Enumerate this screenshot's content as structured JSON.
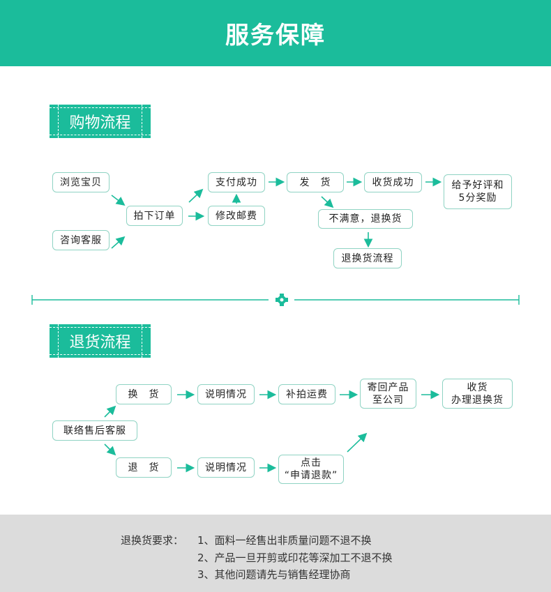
{
  "header": {
    "title": "服务保障"
  },
  "shopping": {
    "title": "购物流程",
    "boxes": {
      "browse": "浏览宝贝",
      "consult": "咨询客服",
      "order": "拍下订单",
      "paid": "支付成功",
      "edit_postage": "修改邮费",
      "ship": "发　货",
      "received": "收货成功",
      "review1": "给予好评和",
      "review2": "5分奖励",
      "unsatisfied": "不满意，退换货",
      "return_flow": "退换货流程"
    }
  },
  "returns": {
    "title": "退货流程",
    "boxes": {
      "contact": "联络售后客服",
      "exchange": "换　货",
      "refund": "退　货",
      "explain1": "说明情况",
      "explain2": "说明情况",
      "pay_shipping": "补拍运费",
      "click1": "点击",
      "click2": "“申请退款”",
      "send_back1": "寄回产品",
      "send_back2": "至公司",
      "receive1": "收货",
      "receive2": "办理退换货"
    }
  },
  "footer": {
    "label": "退换货要求：",
    "items": [
      "1、面料一经售出非质量问题不退不换",
      "2、产品一旦开剪或印花等深加工不退不换",
      "3、其他问题请先与销售经理协商"
    ]
  },
  "colors": {
    "accent": "#1bbc9b",
    "footer_bg": "#dcdcdc"
  }
}
